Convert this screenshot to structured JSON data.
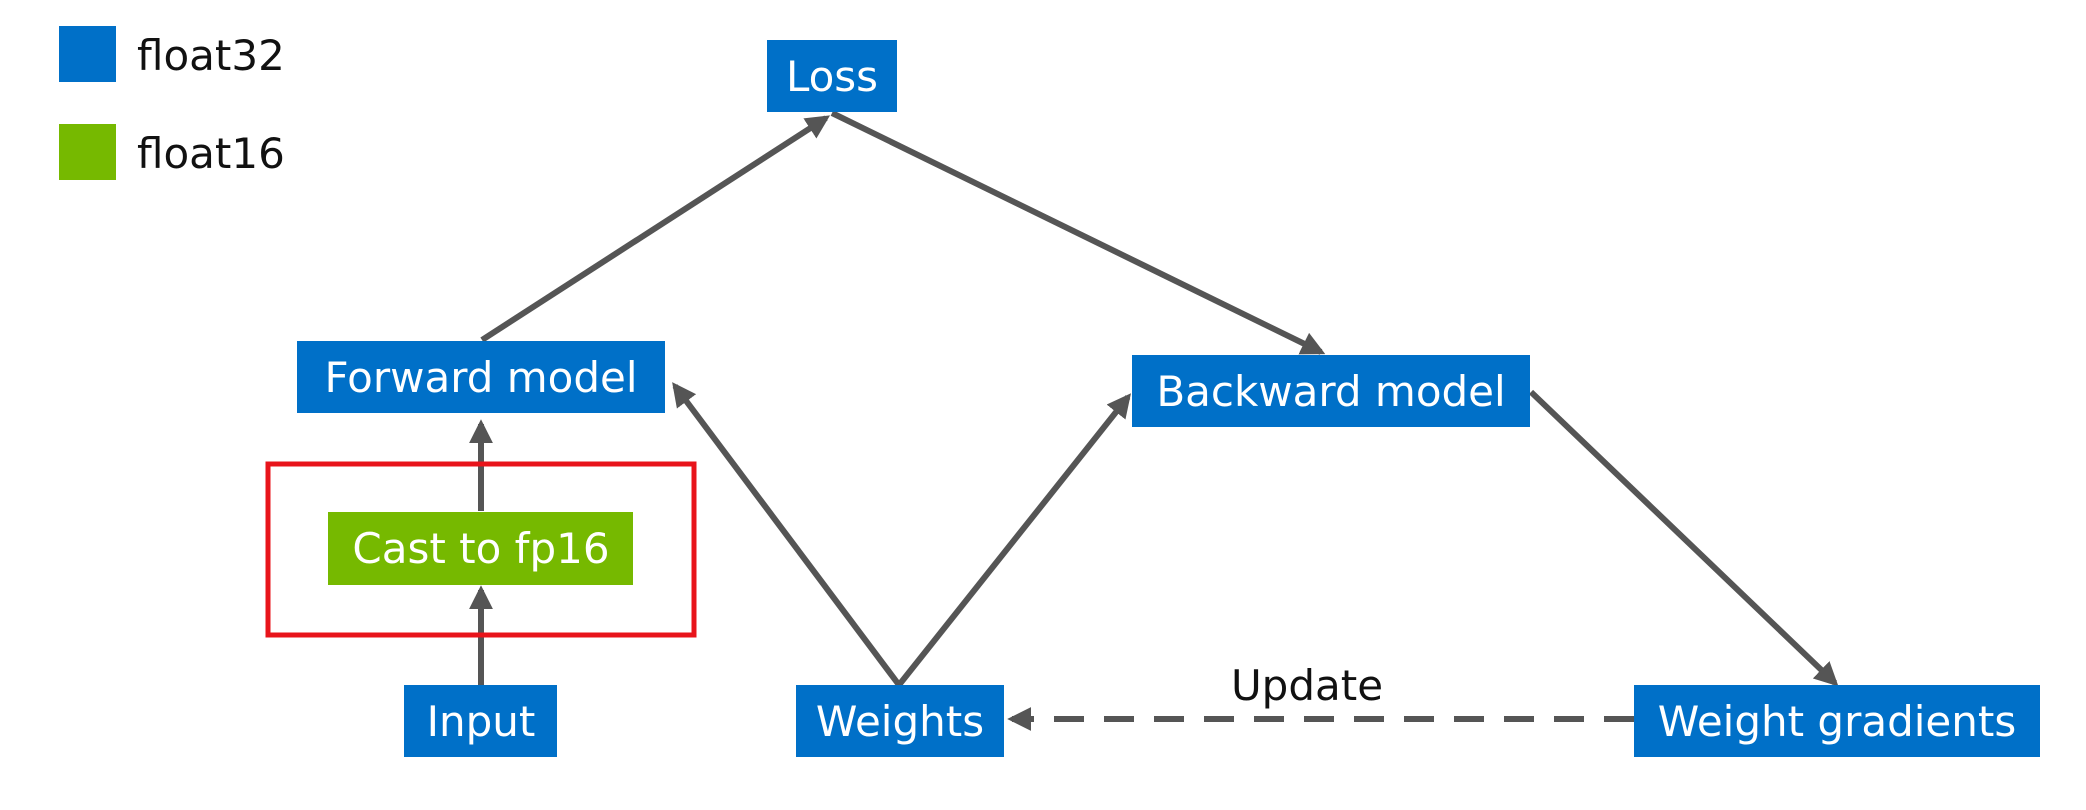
{
  "colors": {
    "float32": "#0070c8",
    "float16": "#76b900",
    "edge": "#555555",
    "highlight": "#e8141b"
  },
  "legend": {
    "float32_label": "float32",
    "float16_label": "float16"
  },
  "nodes": {
    "loss": "Loss",
    "forward_model": "Forward model",
    "cast_to_fp16": "Cast to fp16",
    "input": "Input",
    "weights": "Weights",
    "backward_model": "Backward model",
    "weight_gradients": "Weight gradients"
  },
  "edges": {
    "update_label": "Update"
  }
}
